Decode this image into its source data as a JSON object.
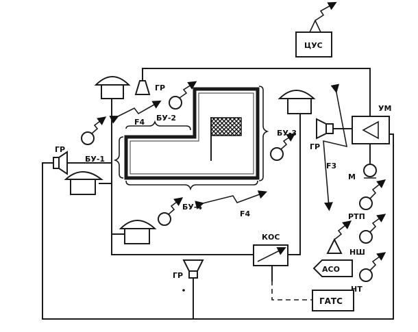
{
  "labels": {
    "cus": "ЦУС",
    "um": "УМ",
    "gr": "ГР",
    "bu1": "БУ-1",
    "bu2": "БУ-2",
    "bu3": "БУ-3",
    "bu4": "БУ-4",
    "f3": "F3",
    "f4": "F4",
    "m": "М",
    "rtp": "РТП",
    "nsh": "НШ",
    "nt": "НТ",
    "kos": "КОС",
    "aso": "АСО",
    "gats": "ГАТС"
  },
  "colors": {
    "line": "#1a1a1a",
    "background": "#ffffff"
  }
}
